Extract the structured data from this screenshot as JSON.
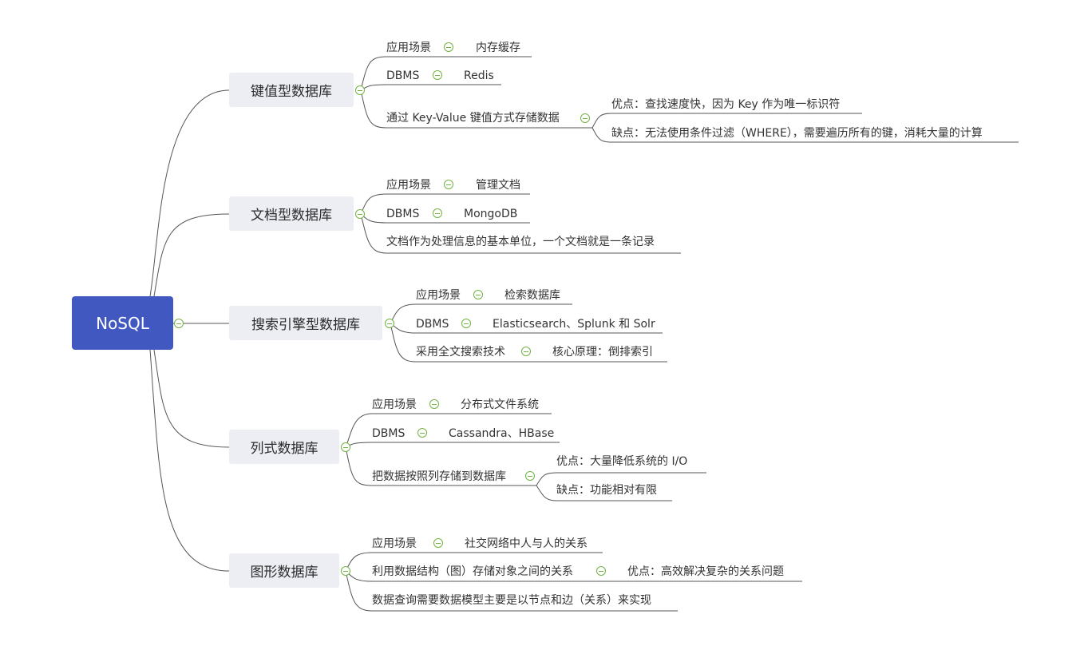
{
  "root": {
    "label": "NoSQL"
  },
  "branches": [
    {
      "label": "键值型数据库",
      "children": [
        {
          "label": "应用场景",
          "child": "内存缓存"
        },
        {
          "label": "DBMS",
          "child": "Redis"
        },
        {
          "label": "通过 Key-Value 键值方式存储数据",
          "children": [
            "优点：查找速度快，因为 Key 作为唯一标识符",
            "缺点：无法使用条件过滤（WHERE），需要遍历所有的键，消耗大量的计算"
          ]
        }
      ]
    },
    {
      "label": "文档型数据库",
      "children": [
        {
          "label": "应用场景",
          "child": "管理文档"
        },
        {
          "label": "DBMS",
          "child": "MongoDB"
        },
        {
          "label": "文档作为处理信息的基本单位，一个文档就是一条记录"
        }
      ]
    },
    {
      "label": "搜索引擎型数据库",
      "children": [
        {
          "label": "应用场景",
          "child": "检索数据库"
        },
        {
          "label": "DBMS",
          "child": "Elasticsearch、Splunk 和 Solr"
        },
        {
          "label": "采用全文搜索技术",
          "child": "核心原理：倒排索引"
        }
      ]
    },
    {
      "label": "列式数据库",
      "children": [
        {
          "label": "应用场景",
          "child": "分布式文件系统"
        },
        {
          "label": "DBMS",
          "child": "Cassandra、HBase"
        },
        {
          "label": "把数据按照列存储到数据库",
          "children": [
            "优点：大量降低系统的 I/O",
            "缺点：功能相对有限"
          ]
        }
      ]
    },
    {
      "label": "图形数据库",
      "children": [
        {
          "label": "应用场景",
          "child": "社交网络中人与人的关系"
        },
        {
          "label": "利用数据结构（图）存储对象之间的关系",
          "child": "优点：高效解决复杂的关系问题"
        },
        {
          "label": "数据查询需要数据模型主要是以节点和边（关系）来实现"
        }
      ]
    }
  ]
}
